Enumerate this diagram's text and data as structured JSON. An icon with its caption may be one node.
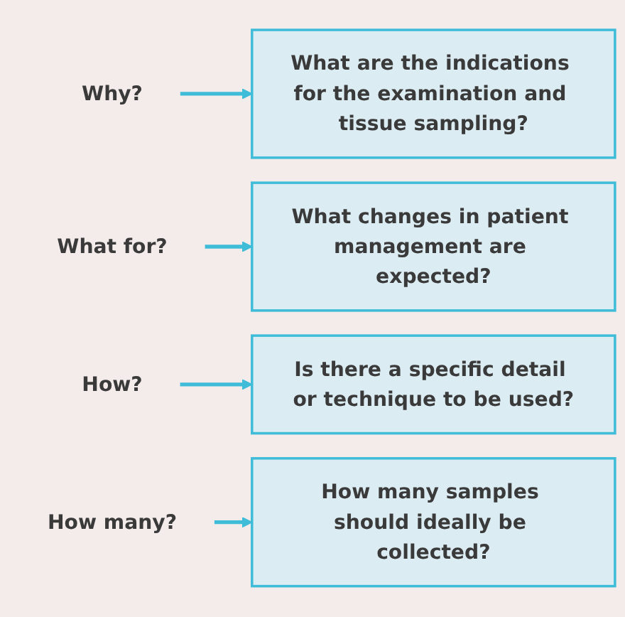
{
  "diagram": {
    "nodes": [
      {
        "text": [
          "Why?"
        ]
      },
      {
        "text": [
          "What are the indications for the examination and tissue sampling?"
        ]
      },
      {
        "text": [
          "What for?"
        ]
      },
      {
        "text": [
          "What changes in patient management are expected?"
        ]
      },
      {
        "text": [
          "How?"
        ]
      },
      {
        "text": [
          "Is there a specific detail or technique to be used?"
        ]
      },
      {
        "text": [
          "How many?"
        ]
      },
      {
        "text": [
          "How many samples should ideally be collected?"
        ]
      }
    ],
    "edges": [
      {
        "from": 0,
        "to": 1,
        "arrow": "to"
      },
      {
        "from": 2,
        "to": 3,
        "arrow": "to"
      },
      {
        "from": 4,
        "to": 5,
        "arrow": "to"
      },
      {
        "from": 6,
        "to": 7,
        "arrow": "to"
      }
    ]
  }
}
